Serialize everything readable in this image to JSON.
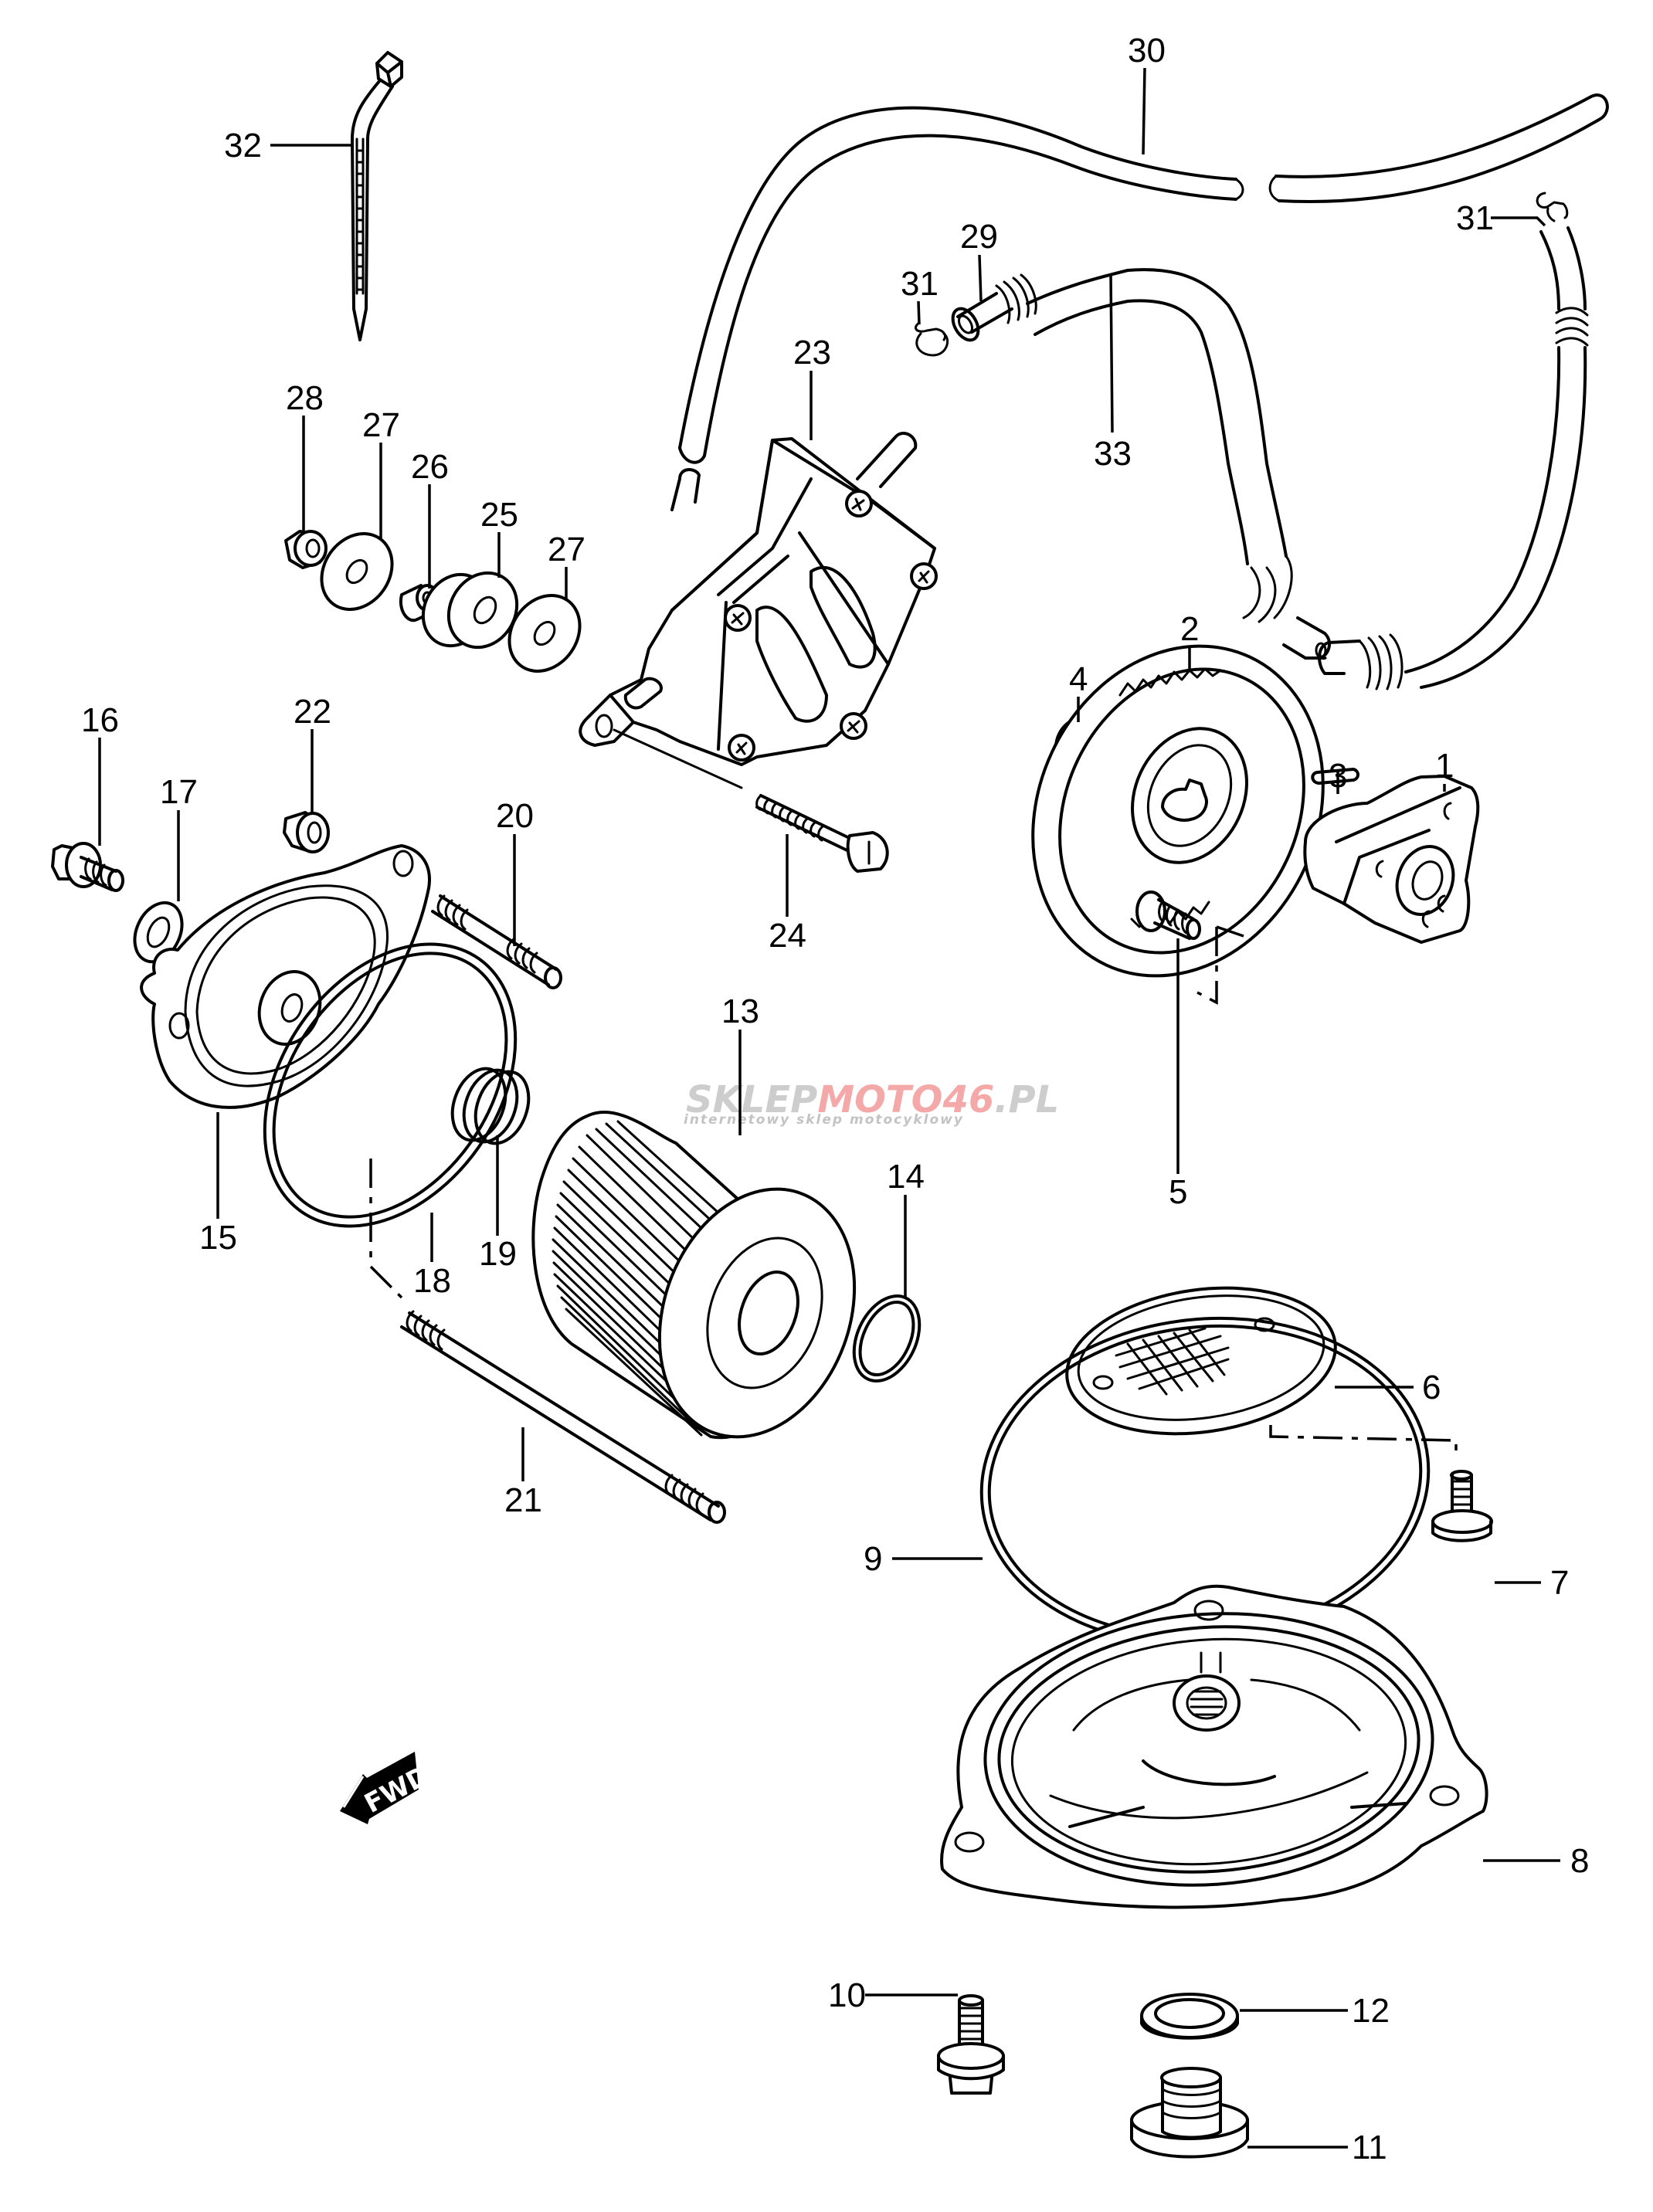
{
  "diagram": {
    "title": "Oil pump / oil filter / fuel pump exploded parts diagram",
    "callouts": [
      {
        "id": "1",
        "part": "oil pump"
      },
      {
        "id": "2",
        "part": "oil pump driven gear"
      },
      {
        "id": "3",
        "part": "pin"
      },
      {
        "id": "4",
        "part": "circlip"
      },
      {
        "id": "5",
        "part": "screw"
      },
      {
        "id": "6",
        "part": "oil strainer"
      },
      {
        "id": "7",
        "part": "screw"
      },
      {
        "id": "8",
        "part": "oil pan"
      },
      {
        "id": "9",
        "part": "o-ring"
      },
      {
        "id": "10",
        "part": "bolt"
      },
      {
        "id": "11",
        "part": "drain plug"
      },
      {
        "id": "12",
        "part": "gasket"
      },
      {
        "id": "13",
        "part": "oil filter"
      },
      {
        "id": "14",
        "part": "o-ring"
      },
      {
        "id": "15",
        "part": "oil filter cap"
      },
      {
        "id": "16",
        "part": "bolt"
      },
      {
        "id": "17",
        "part": "washer"
      },
      {
        "id": "18",
        "part": "o-ring"
      },
      {
        "id": "19",
        "part": "spring"
      },
      {
        "id": "20",
        "part": "stud"
      },
      {
        "id": "21",
        "part": "stud"
      },
      {
        "id": "22",
        "part": "nut"
      },
      {
        "id": "23",
        "part": "fuel pump"
      },
      {
        "id": "24",
        "part": "bolt"
      },
      {
        "id": "25",
        "part": "cushion"
      },
      {
        "id": "26",
        "part": "spacer"
      },
      {
        "id": "27",
        "part": "washer"
      },
      {
        "id": "27",
        "part": "washer"
      },
      {
        "id": "28",
        "part": "nut"
      },
      {
        "id": "29",
        "part": "hose"
      },
      {
        "id": "30",
        "part": "hose"
      },
      {
        "id": "31",
        "part": "clamp"
      },
      {
        "id": "31",
        "part": "clamp"
      },
      {
        "id": "32",
        "part": "clamp band"
      },
      {
        "id": "33",
        "part": "hose"
      }
    ],
    "labels": {
      "l1": "1",
      "l2": "2",
      "l3": "3",
      "l4": "4",
      "l5": "5",
      "l6": "6",
      "l7": "7",
      "l8": "8",
      "l9": "9",
      "l10": "10",
      "l11": "11",
      "l12": "12",
      "l13": "13",
      "l14": "14",
      "l15": "15",
      "l16": "16",
      "l17": "17",
      "l18": "18",
      "l19": "19",
      "l20": "20",
      "l21": "21",
      "l22": "22",
      "l23": "23",
      "l24": "24",
      "l25": "25",
      "l26": "26",
      "l27a": "27",
      "l27b": "27",
      "l28": "28",
      "l29": "29",
      "l30": "30",
      "l31a": "31",
      "l31b": "31",
      "l32": "32",
      "l33": "33"
    },
    "direction_arrow": {
      "text": "FWD"
    },
    "watermark": {
      "part_a": "SKLEP",
      "part_b": "MOTO",
      "part_c": "46",
      "part_d": ".PL",
      "tagline": "internetowy sklep motocyklowy"
    },
    "colors": {
      "line": "#000000",
      "background": "#ffffff",
      "watermark_gray": "#bdbdbd",
      "watermark_red": "#f28c8c"
    }
  }
}
